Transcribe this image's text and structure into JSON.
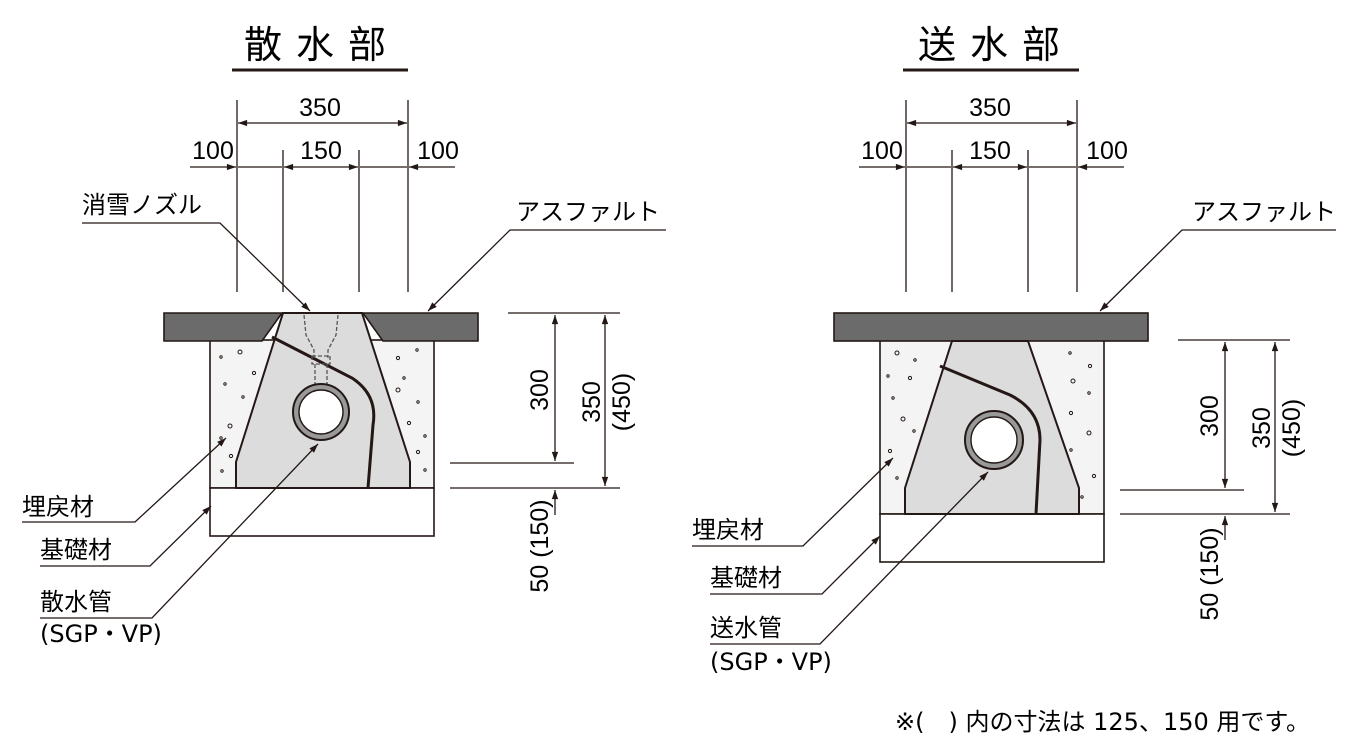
{
  "left": {
    "title": "散水部",
    "dim_total": "350",
    "dim_side_left": "100",
    "dim_center": "150",
    "dim_side_right": "100",
    "label_nozzle": "消雪ノズル",
    "label_asphalt": "アスファルト",
    "label_backfill": "埋戻材",
    "label_foundation": "基礎材",
    "label_pipe": "散水管",
    "label_pipe_material": "(SGP・VP)",
    "vdim_300": "300",
    "vdim_350": "350",
    "vdim_450": "(450)",
    "vdim_base": "50 (150)"
  },
  "right": {
    "title": "送水部",
    "dim_total": "350",
    "dim_side_left": "100",
    "dim_center": "150",
    "dim_side_right": "100",
    "label_asphalt": "アスファルト",
    "label_backfill": "埋戻材",
    "label_foundation": "基礎材",
    "label_pipe": "送水管",
    "label_pipe_material": "(SGP・VP)",
    "vdim_300": "300",
    "vdim_350": "350",
    "vdim_450": "(450)",
    "vdim_base": "50 (150)"
  },
  "footnote": "※(　) 内の寸法は 125、150 用です。",
  "colors": {
    "ink": "#231815",
    "asphalt": "#6b6b6b",
    "gutter": "#dcdcdc",
    "backfill": "#f2f2f2"
  }
}
